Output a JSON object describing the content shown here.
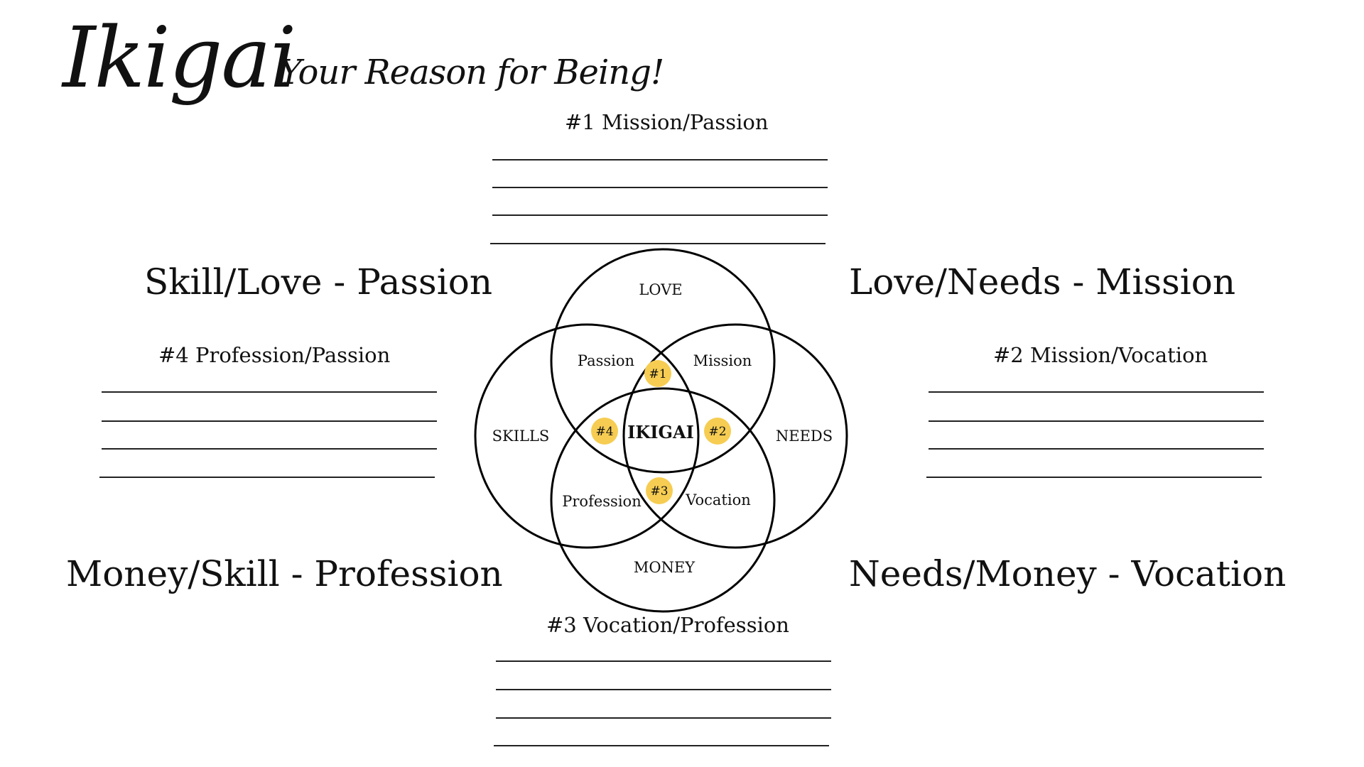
{
  "header": {
    "title": "Ikigai",
    "subtitle": "Your Reason for Being!"
  },
  "quadrants": {
    "top_left": "Skill/Love - Passion",
    "top_right": "Love/Needs - Mission",
    "bottom_left": "Money/Skill - Profession",
    "bottom_right": "Needs/Money - Vocation"
  },
  "blocks": {
    "top": "#1 Mission/Passion",
    "left": "#4 Profession/Passion",
    "right": "#2 Mission/Vocation",
    "bottom": "#3 Vocation/Profession"
  },
  "venn": {
    "love": "LOVE",
    "skills": "SKILLS",
    "needs": "NEEDS",
    "money": "MONEY",
    "passion": "Passion",
    "mission": "Mission",
    "profession": "Profession",
    "vocation": "Vocation",
    "center": "IKIGAI",
    "marker_1": "#1",
    "marker_2": "#2",
    "marker_3": "#3",
    "marker_4": "#4"
  },
  "colors": {
    "marker": "#F6CD52",
    "ink": "#111111"
  }
}
